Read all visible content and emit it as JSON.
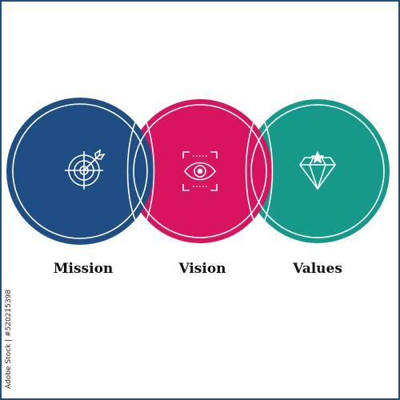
{
  "diagram": {
    "circles": [
      {
        "id": "mission",
        "label": "Mission",
        "color": "#1f4e85",
        "icon": "target-icon"
      },
      {
        "id": "vision",
        "label": "Vision",
        "color": "#d9145e",
        "icon": "eye-icon"
      },
      {
        "id": "values",
        "label": "Values",
        "color": "#17998a",
        "icon": "diamond-icon"
      }
    ],
    "outline_color": "#ffffff"
  },
  "side_text": "Adobe Stock | #520215398"
}
